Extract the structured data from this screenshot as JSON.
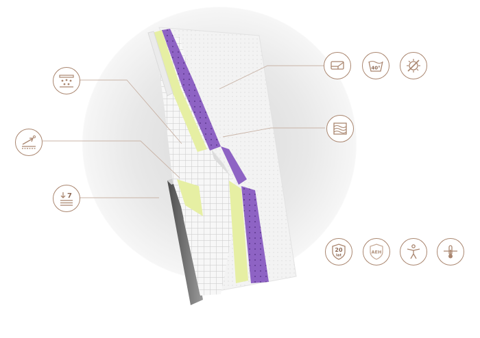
{
  "colors": {
    "accent": "#a9856e",
    "accent_dark": "#8e6a56",
    "cover": "#f2f2f2",
    "yellow_foam": "#e6efa3",
    "purple_foam": "#8e63c4",
    "side_panel": "#6e6e6e"
  },
  "left_features": [
    {
      "icon": "foam-cells-icon"
    },
    {
      "icon": "pressure-point-icon"
    },
    {
      "icon": "firmness-icon",
      "value": "7"
    }
  ],
  "right_top_features": [
    {
      "icon": "removable-cover-icon"
    },
    {
      "icon": "wash-temperature-icon",
      "value": "40°"
    },
    {
      "icon": "anti-allergy-icon"
    }
  ],
  "right_mid_features": [
    {
      "icon": "latex-layer-icon"
    }
  ],
  "right_bottom_features": [
    {
      "icon": "warranty-icon",
      "value": "20",
      "unit": "lat"
    },
    {
      "icon": "certification-icon",
      "value": "AEH"
    },
    {
      "icon": "ergonomic-body-icon"
    },
    {
      "icon": "thermo-icon"
    }
  ]
}
